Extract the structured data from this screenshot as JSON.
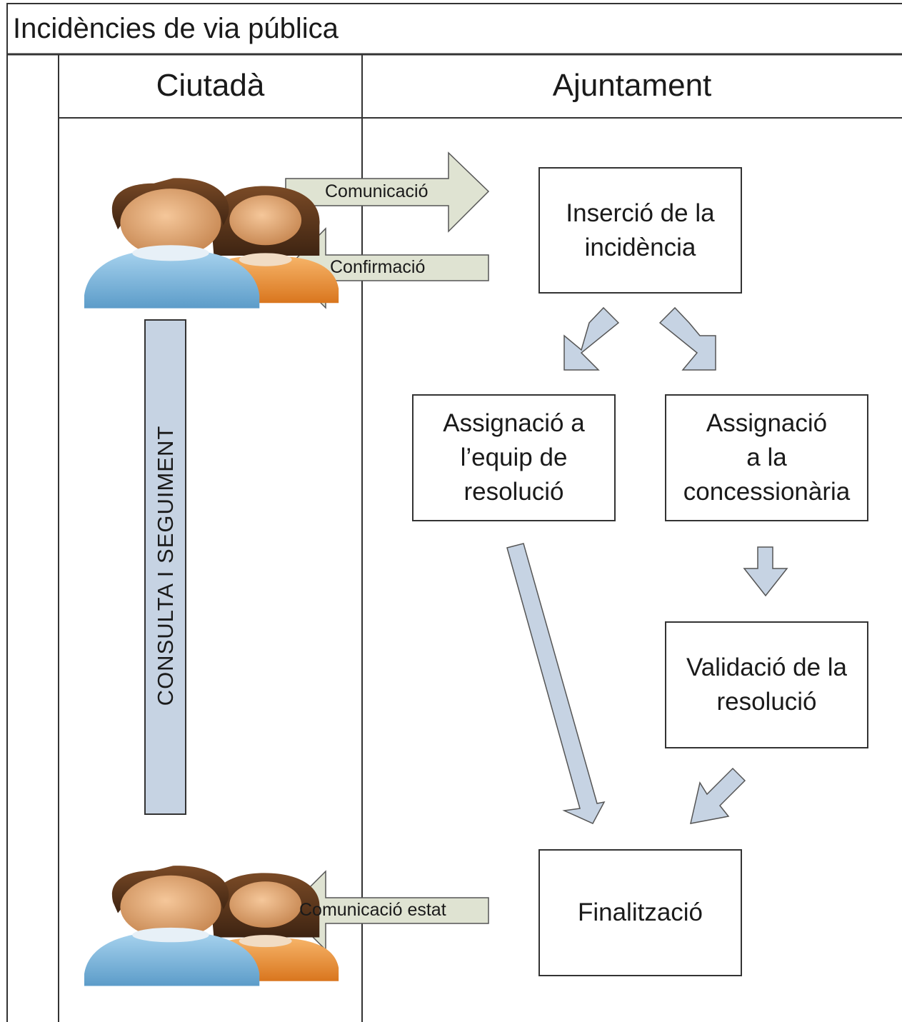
{
  "title": "Incidències de via pública",
  "lanes": {
    "left": "Ciutadà",
    "right": "Ajuntament"
  },
  "steps": {
    "insercio": "Inserció de la\nincidència",
    "assignacio_equip": "Assignació a\nl’equip de\nresolució",
    "assignacio_concessionaria": "Assignació\na la\nconcessionària",
    "validacio": "Validació de la\nresolució",
    "finalitzacio": "Finalització"
  },
  "messages": {
    "comunicacio": "Comunicació",
    "confirmacio": "Confirmació",
    "comunicacio_estat": "Comunicació estat"
  },
  "side_bar": "CONSULTA I SEGUIMENT",
  "colors": {
    "message_arrow": "#dfe3d2",
    "flow_arrow": "#c6d3e3",
    "side_bar": "#c6d3e3",
    "line": "#333333"
  },
  "icons": {
    "citizens": "users-icon"
  }
}
